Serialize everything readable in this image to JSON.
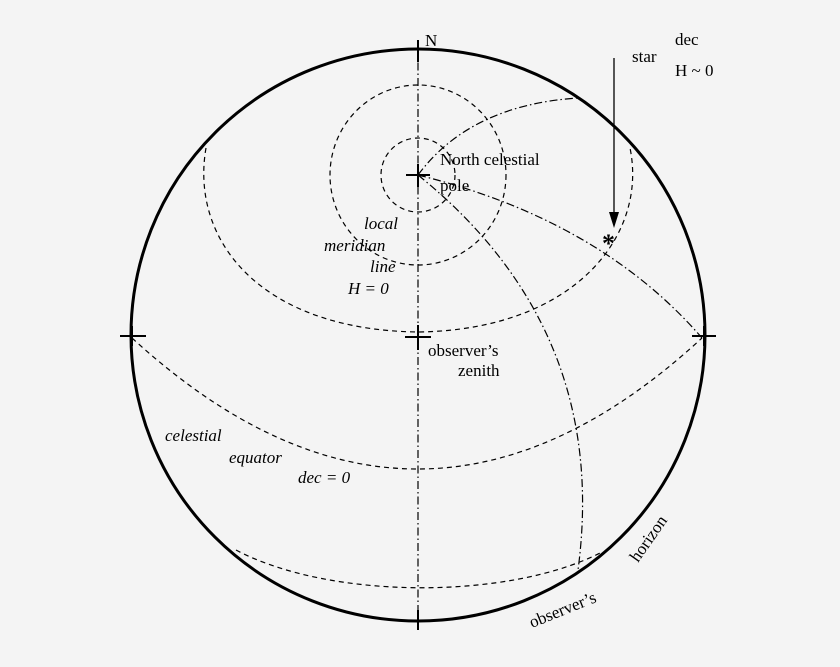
{
  "labels": {
    "north": "N",
    "star": "star",
    "dec_partial": "dec",
    "hour_angle_partial": "H ~ 0",
    "ncp_line1": "North celestial",
    "ncp_line2": "pole",
    "meridian_line1": "local",
    "meridian_line2": "meridian",
    "meridian_line3": "line",
    "meridian_line4": "H = 0",
    "zenith_line1": "observer’s",
    "zenith_line2": "zenith",
    "equator_line1": "celestial",
    "equator_line2": "equator",
    "equator_line3": "dec = 0",
    "horizon_line1": "horizon",
    "horizon_line2": "observer’s"
  },
  "markers": {
    "star_symbol": "*"
  }
}
